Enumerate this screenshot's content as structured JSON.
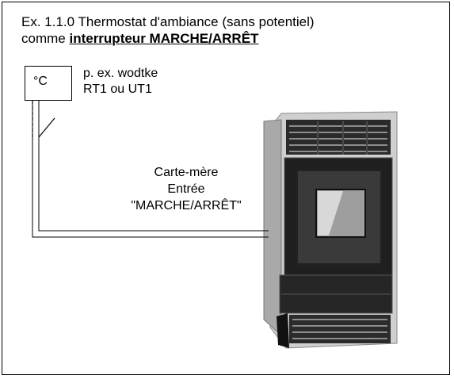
{
  "title": {
    "line1": "Ex. 1.1.0 Thermostat d'ambiance (sans potentiel)",
    "line2_prefix": "comme ",
    "line2_bold": "interrupteur MARCHE/ARRÊT"
  },
  "thermostat": {
    "unit_label": "°C",
    "device_line1": "p. ex. wodtke",
    "device_line2": "RT1 ou UT1"
  },
  "board": {
    "line1": "Carte-mère",
    "line2": "Entrée",
    "line3": "\"MARCHE/ARRÊT\""
  },
  "colors": {
    "stove_dark": "#1e1e1e",
    "stove_frame": "#d6d6d6",
    "wire": "#000000"
  }
}
